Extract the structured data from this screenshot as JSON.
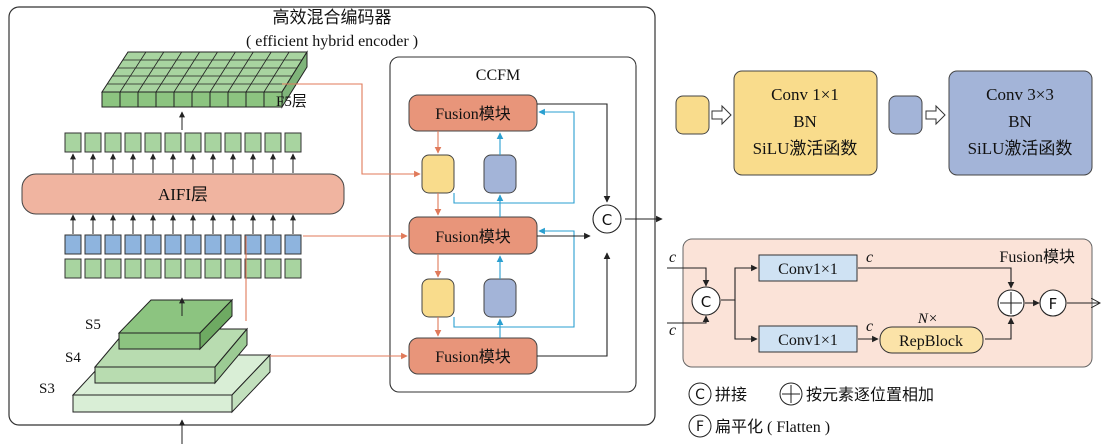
{
  "encoder": {
    "title": "高效混合编码器",
    "subtitle": "( efficient hybrid encoder )",
    "f5_label": "F5层",
    "aifi_label": "AIFI层",
    "stage_labels": [
      "S5",
      "S4",
      "S3"
    ]
  },
  "ccfm": {
    "title": "CCFM",
    "fusion_label": "Fusion模块",
    "concat_symbol": "C"
  },
  "legend_blocks": {
    "yellow_block": {
      "line1": "Conv 1×1",
      "line2": "BN",
      "line3": "SiLU激活函数",
      "color": "#f9dc8c"
    },
    "blue_block": {
      "line1": "Conv 3×3",
      "line2": "BN",
      "line3": "SiLU激活函数",
      "color": "#a3b4d8"
    }
  },
  "fusion_detail": {
    "title": "Fusion模块",
    "input_label_top": "c",
    "input_label_bottom": "c",
    "concat_symbol": "C",
    "conv_top": "Conv1×1",
    "conv_bottom": "Conv1×1",
    "channel_label_top": "c",
    "channel_label_bottom": "c",
    "n_label": "N×",
    "repblock": "RepBlock",
    "flatten_symbol": "F"
  },
  "legend_notes": {
    "concat_symbol": "C",
    "concat_text": "拼接",
    "add_text": "按元素逐位置相加",
    "flatten_symbol": "F",
    "flatten_text": "扁平化 ( Flatten )"
  },
  "colors": {
    "fusion_fill": "#e8957a",
    "aifi_fill": "#f0b4a0",
    "grid_green": "#a8d4a0",
    "token_blue": "#8eb4de",
    "arrow_orange": "#e07a5a",
    "arrow_cyan": "#2a9fd0",
    "detail_bg": "#fbe3d8"
  }
}
